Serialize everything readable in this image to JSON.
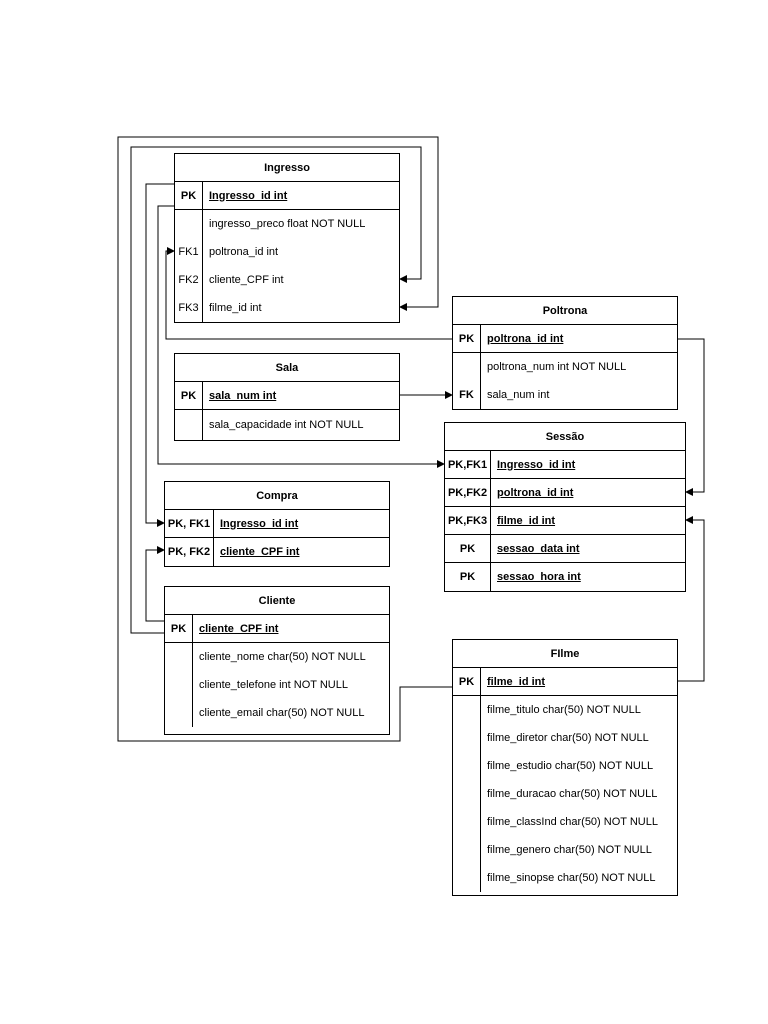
{
  "entities": {
    "ingresso": {
      "title": "Ingresso",
      "rows": [
        {
          "key": "PK",
          "field": "Ingresso_id int"
        },
        {
          "key": "",
          "field": "ingresso_preco float NOT NULL"
        },
        {
          "key": "FK1",
          "field": "poltrona_id int"
        },
        {
          "key": "FK2",
          "field": "cliente_CPF int"
        },
        {
          "key": "FK3",
          "field": "filme_id int"
        }
      ]
    },
    "sala": {
      "title": "Sala",
      "rows": [
        {
          "key": "PK",
          "field": "sala_num int"
        },
        {
          "key": "",
          "field": "sala_capacidade int NOT NULL"
        }
      ]
    },
    "compra": {
      "title": "Compra",
      "rows": [
        {
          "key": "PK, FK1",
          "field": "Ingresso_id int"
        },
        {
          "key": "PK, FK2",
          "field": "cliente_CPF int"
        }
      ]
    },
    "cliente": {
      "title": "Cliente",
      "rows": [
        {
          "key": "PK",
          "field": "cliente_CPF int"
        },
        {
          "key": "",
          "field": "cliente_nome char(50) NOT NULL"
        },
        {
          "key": "",
          "field": "cliente_telefone int NOT NULL"
        },
        {
          "key": "",
          "field": "cliente_email char(50) NOT NULL"
        }
      ]
    },
    "poltrona": {
      "title": "Poltrona",
      "rows": [
        {
          "key": "PK",
          "field": "poltrona_id int"
        },
        {
          "key": "",
          "field": "poltrona_num int NOT NULL"
        },
        {
          "key": "FK",
          "field": "sala_num int"
        }
      ]
    },
    "sessao": {
      "title": "Sessão",
      "rows": [
        {
          "key": "PK,FK1",
          "field": "Ingresso_id int"
        },
        {
          "key": "PK,FK2",
          "field": "poltrona_id int"
        },
        {
          "key": "PK,FK3",
          "field": "filme_id int"
        },
        {
          "key": "PK",
          "field": "sessao_data int"
        },
        {
          "key": "PK",
          "field": "sessao_hora int"
        }
      ]
    },
    "filme": {
      "title": "FIlme",
      "rows": [
        {
          "key": "PK",
          "field": "filme_id int"
        },
        {
          "key": "",
          "field": "filme_titulo char(50) NOT NULL"
        },
        {
          "key": "",
          "field": "filme_diretor char(50) NOT NULL"
        },
        {
          "key": "",
          "field": "filme_estudio char(50) NOT NULL"
        },
        {
          "key": "",
          "field": "filme_duracao char(50) NOT NULL"
        },
        {
          "key": "",
          "field": "filme_classInd char(50) NOT NULL"
        },
        {
          "key": "",
          "field": "filme_genero char(50) NOT NULL"
        },
        {
          "key": "",
          "field": "filme_sinopse char(50) NOT NULL"
        }
      ]
    }
  }
}
